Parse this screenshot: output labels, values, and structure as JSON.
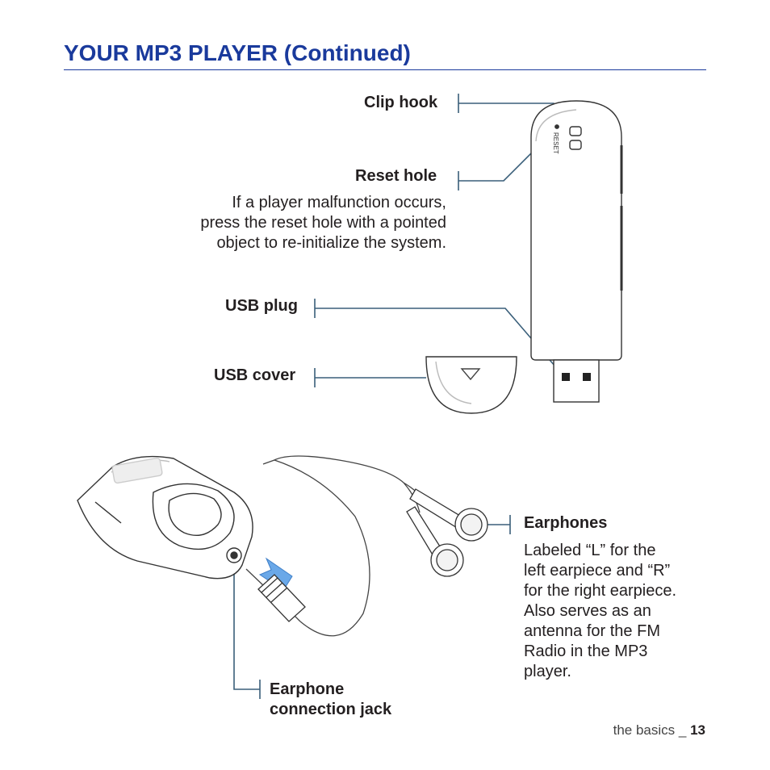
{
  "page": {
    "title": "YOUR MP3 PLAYER (Continued)"
  },
  "callouts": {
    "clip_hook": "Clip hook",
    "reset_hole": "Reset hole",
    "reset_desc": [
      "If a player malfunction occurs,",
      "press the reset hole with a pointed",
      "object to re-initialize the system."
    ],
    "usb_plug": "USB plug",
    "usb_cover": "USB cover",
    "earphones": "Earphones",
    "earphones_desc": [
      "Labeled “L” for the",
      "left earpiece and “R”",
      "for the right earpiece.",
      "Also serves as an",
      "antenna for the FM",
      "Radio in the MP3",
      "player."
    ],
    "jack_line1": "Earphone",
    "jack_line2": "connection jack"
  },
  "device": {
    "reset_marking": "RESET"
  },
  "footer": {
    "section": "the basics _ ",
    "page_number": "13"
  },
  "colors": {
    "title": "#1a3a9c",
    "leader": "#3a5f7a",
    "arrow": "#4a8fd6"
  }
}
